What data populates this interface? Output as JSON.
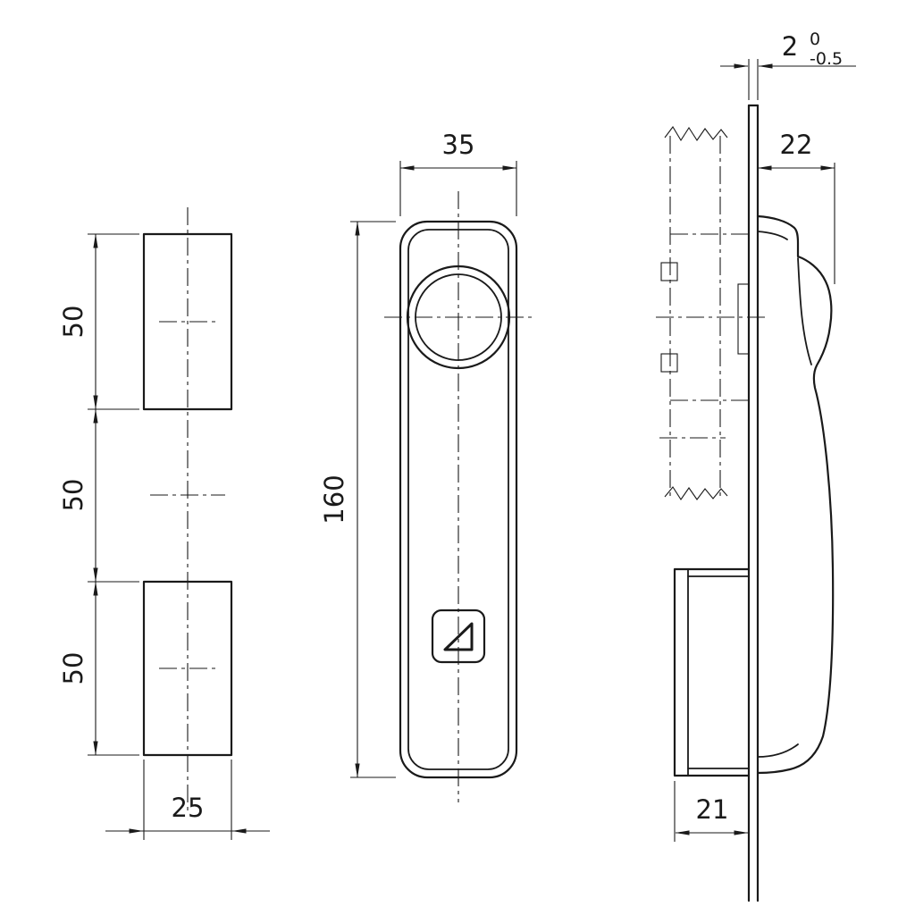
{
  "meta": {
    "line_color": "#1a1a1a",
    "background": "#ffffff"
  },
  "dims": {
    "left_top": "50",
    "left_mid": "50",
    "left_bottom": "50",
    "left_width": "25",
    "front_width": "35",
    "front_height": "160",
    "plate_thickness": "2",
    "plate_tol_upper": "0",
    "plate_tol_lower": "-0.5",
    "side_depth_top": "22",
    "side_depth_bottom": "21"
  },
  "icons": {
    "logo": "triangle-logo"
  }
}
